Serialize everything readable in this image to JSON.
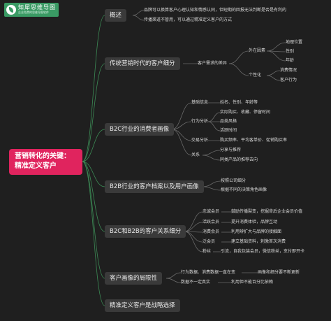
{
  "logo": {
    "title": "知犀思维导图",
    "subtitle": "企业免费的思维导图软件"
  },
  "root": {
    "line1": "营销转化的关键：",
    "line2": "精准定义客户"
  },
  "branches": {
    "overview": {
      "label": "概述",
      "notes": [
        "品牌可以换算客户心理认知和情感认同，但短期的回报无法判断是否是有利的",
        "传播渠道不管用，可以通过精准定义客户的方式"
      ]
    },
    "traditional": {
      "label": "传统营销时代的客户细分",
      "diff": "客户需求的差异",
      "external": "外在因素",
      "ext_items": [
        "地理位置",
        "性别",
        "年龄"
      ],
      "personal": "个性化",
      "per_items": [
        "消费情况",
        "客户行为"
      ]
    },
    "b2c": {
      "label": "B2C行业的消费者画像",
      "basic": "基础信息",
      "basic_val": "姓名、性别、年龄等",
      "behavior": "行为分析",
      "behavior_items": [
        "实际购买、收藏、停留时间",
        "品类风格",
        "活跃时间"
      ],
      "trade": "交易分析",
      "trade_val": "购买频率、平均客单价、促销购买率",
      "relation": "关系",
      "relation_items": [
        "分享与推荐",
        "同类产品的推荐去向"
      ]
    },
    "b2b": {
      "label": "B2B行业的客户档案以及用户画像",
      "items": [
        "按照公司细分",
        "根据不同的决策角色画像"
      ]
    },
    "crm": {
      "label": "B2C和B2B的客户关系细分",
      "rows": [
        {
          "name": "忠诚会员",
          "desc": "鼓励传播裂变，挖掘背后企业会员价值"
        },
        {
          "name": "活跃会员",
          "desc": "提升消费体验，品牌互动"
        },
        {
          "name": "消费会员",
          "desc": "利用辨扩大与品牌的接触面"
        },
        {
          "name": "泛会员",
          "desc": "建立基础资料，刺激首次消费"
        },
        {
          "name": "粉丝",
          "desc": "引流，自我包装会员，微信粉丝，支付即开卡"
        }
      ]
    },
    "limit": {
      "label": "客户画像的局限性",
      "row1a": "行为数据、消费数据一直在变",
      "row1b": "画像和细分要不断更新",
      "row2a": "数据不一定真实",
      "row2b": "利用但不能百分比依赖"
    },
    "strategy": {
      "label": "精准定义客户是战略选择"
    }
  }
}
